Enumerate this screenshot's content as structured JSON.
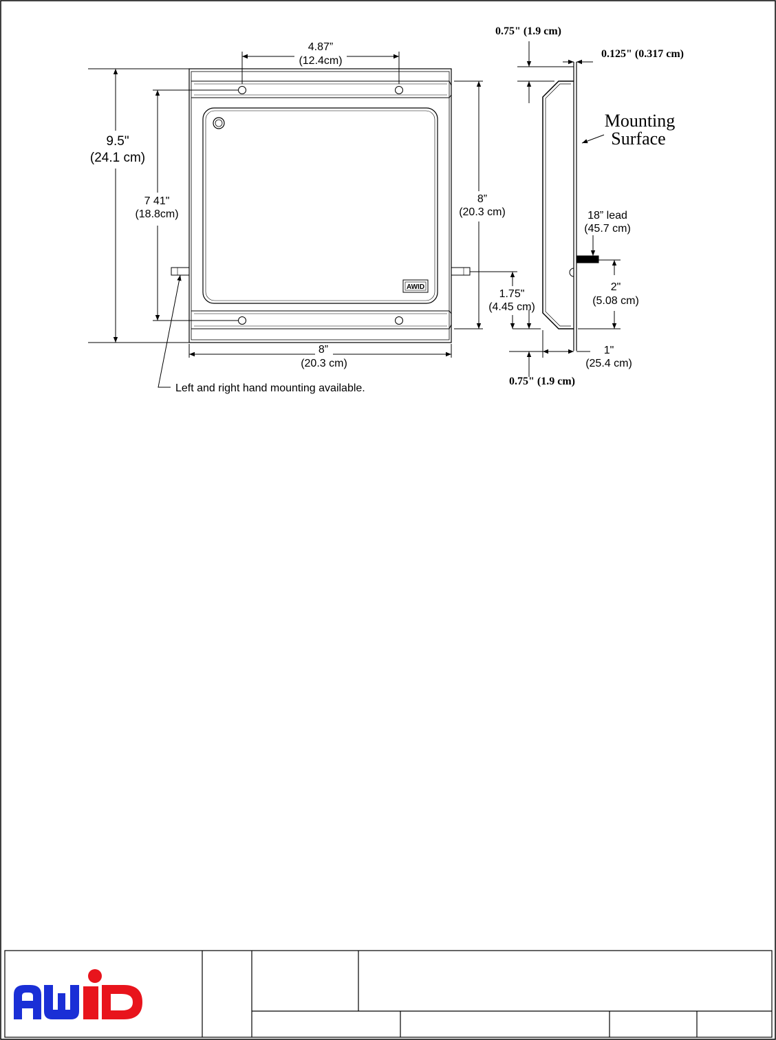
{
  "drawing": {
    "dim_width_top": {
      "in": "4.87”",
      "cm": "(12.4cm)"
    },
    "dim_height_total": {
      "in": "9.5\"",
      "cm": "(24.1 cm)"
    },
    "dim_hole_spacing": {
      "in": "7 41\"",
      "cm": "(18.8cm)"
    },
    "dim_height_right": {
      "in": "8”",
      "cm": "(20.3 cm)"
    },
    "dim_width_bottom": {
      "in": "8”",
      "cm": "(20.3 cm)"
    },
    "dim_side_top": "0.75\" (1.9 cm)",
    "dim_plate": "0.125\" (0.317 cm)",
    "mounting_surface": {
      "line1": "Mounting",
      "line2": "Surface"
    },
    "lead": {
      "line1": "18” lead",
      "line2": "(45.7 cm)"
    },
    "dim_lead_height": {
      "in": "2\"",
      "cm": "(5.08 cm)"
    },
    "dim_connector": {
      "in": "1.75\"",
      "cm": "(4.45 cm)"
    },
    "dim_depth": {
      "in": "1\"",
      "cm": "(25.4 cm)"
    },
    "dim_side_bottom": "0.75\" (1.9 cm)",
    "note": "Left and right hand mounting available.",
    "badge": "AWID"
  },
  "title_block": {
    "logo": "AWID",
    "colors": {
      "logo_blue": "#1a2fd6",
      "logo_red": "#e8141c"
    }
  }
}
